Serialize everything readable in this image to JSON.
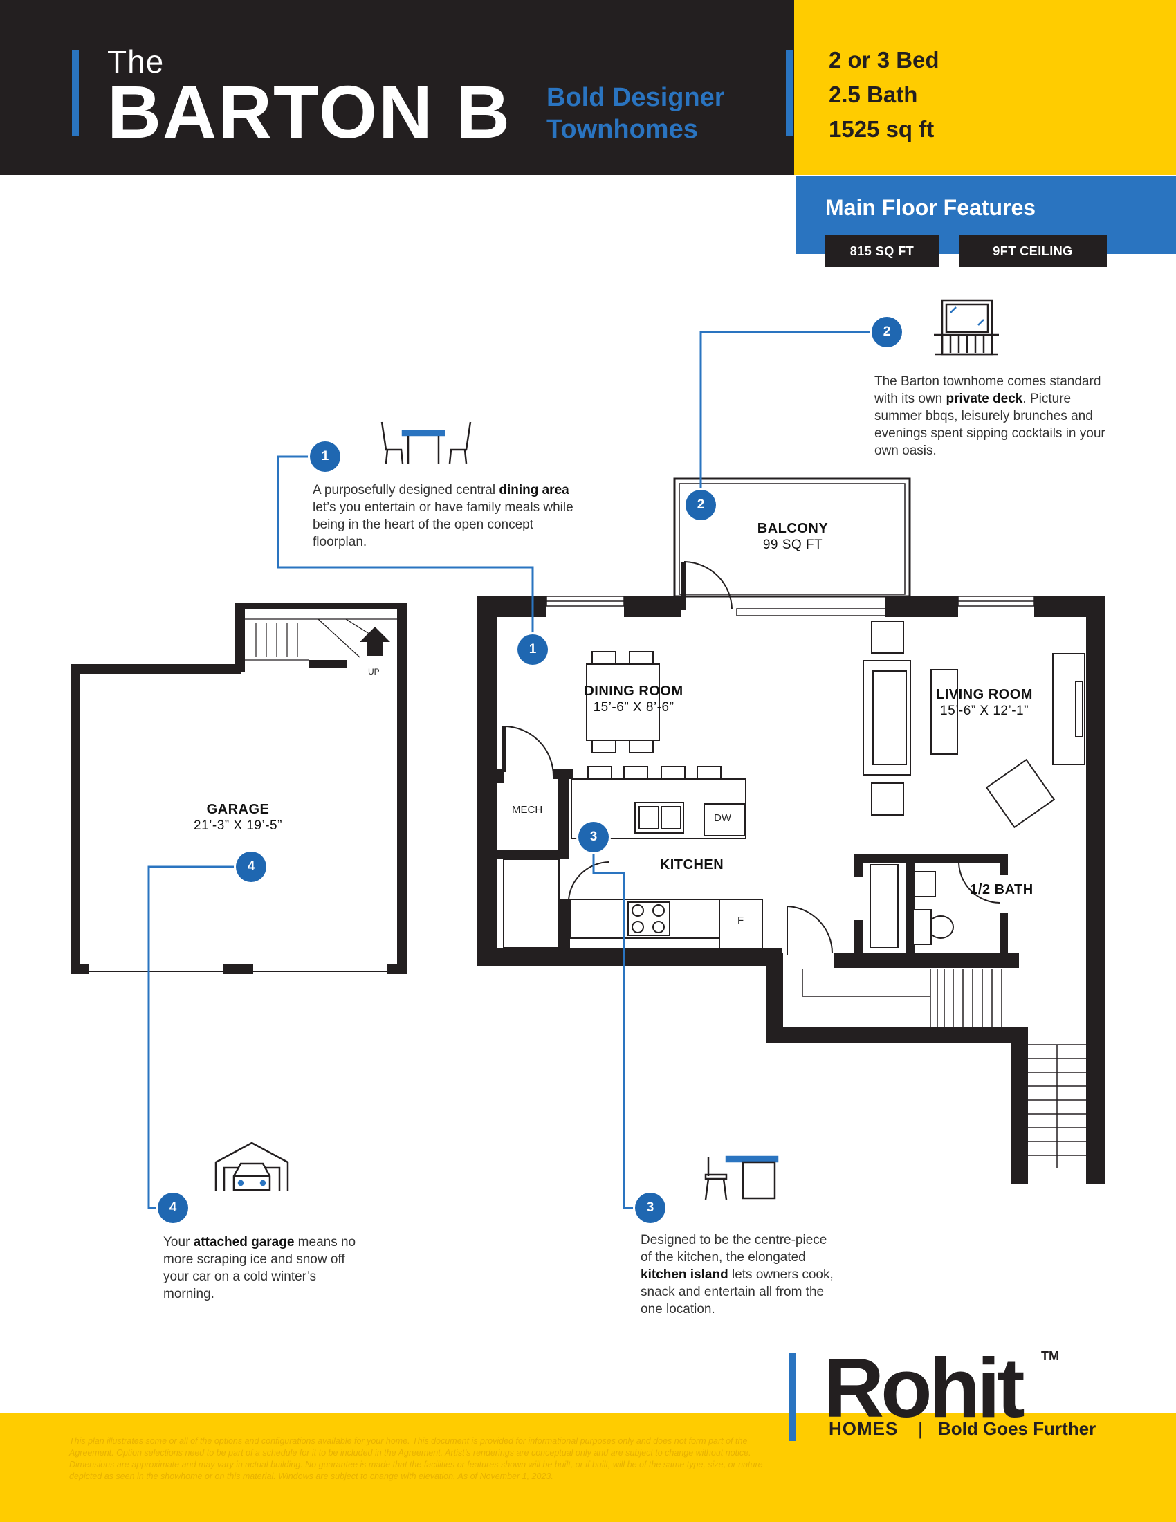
{
  "header": {
    "title_small": "The",
    "title_big": "BARTON B",
    "tagline_line1": "Bold Designer",
    "tagline_line2": "Townhomes",
    "beds": "2 or 3 Bed",
    "baths": "2.5 Bath",
    "area": "1525 sq ft"
  },
  "features": {
    "title": "Main Floor Features",
    "pill_area": "815 SQ FT",
    "pill_ceiling": "9FT CEILING"
  },
  "callouts": [
    {
      "number": "1",
      "before": "A purposefully designed central ",
      "bold": "dining area",
      "after": " let’s you entertain or have family meals while being in the heart of the open concept floorplan."
    },
    {
      "number": "2",
      "before": "The Barton townhome comes standard with its own ",
      "bold": "private deck",
      "after": ". Picture summer bbqs, leisurely brunches and evenings spent sipping cocktails in your own oasis."
    },
    {
      "number": "3",
      "before": "Designed to be the centre-piece of the kitchen, the elongated ",
      "bold": "kitchen island",
      "after": " lets owners cook, snack and entertain all from the one location."
    },
    {
      "number": "4",
      "before": "Your ",
      "bold": "attached garage",
      "after": " means no more scraping ice and snow off your car on a cold winter’s morning."
    }
  ],
  "rooms": {
    "balcony": "BALCONY",
    "balcony_dim": "99 SQ FT",
    "dining": "DINING ROOM",
    "dining_dim": "15’-6” X 8’-6”",
    "living": "LIVING ROOM",
    "living_dim": "15’-6” X 12’-1”",
    "kitchen": "KITCHEN",
    "half_bath": "1/2 BATH",
    "garage": "GARAGE",
    "garage_dim": "21’-3” X 19’-5”",
    "mech": "MECH",
    "dw": "DW",
    "fridge": "F",
    "up": "UP"
  },
  "footer": {
    "disclaimer": "This plan illustrates some or all of the options and configurations available for your home. This document is provided for informational purposes only and does not form part of the Agreement. Option selections need to be part of a schedule for it to be included in the Agreement. Artist’s renderings are conceptual only and are subject to change without notice. Dimensions are approximate and may vary in actual building. No guarantee is made that the facilities or features shown will be built, or if built, will be of the same type, size, or nature depicted as seen in the showhome or on this material. Windows are subject to change with elevation. As of November 1, 2023.",
    "logo": "Rohit",
    "tm": "TM",
    "homes": "HOMES",
    "separator": "|",
    "slogan": "Bold Goes Further"
  },
  "colors": {
    "dark": "#231f20",
    "yellow": "#ffcc00",
    "blue": "#2a74c0",
    "marker_blue": "#1f67b1"
  }
}
